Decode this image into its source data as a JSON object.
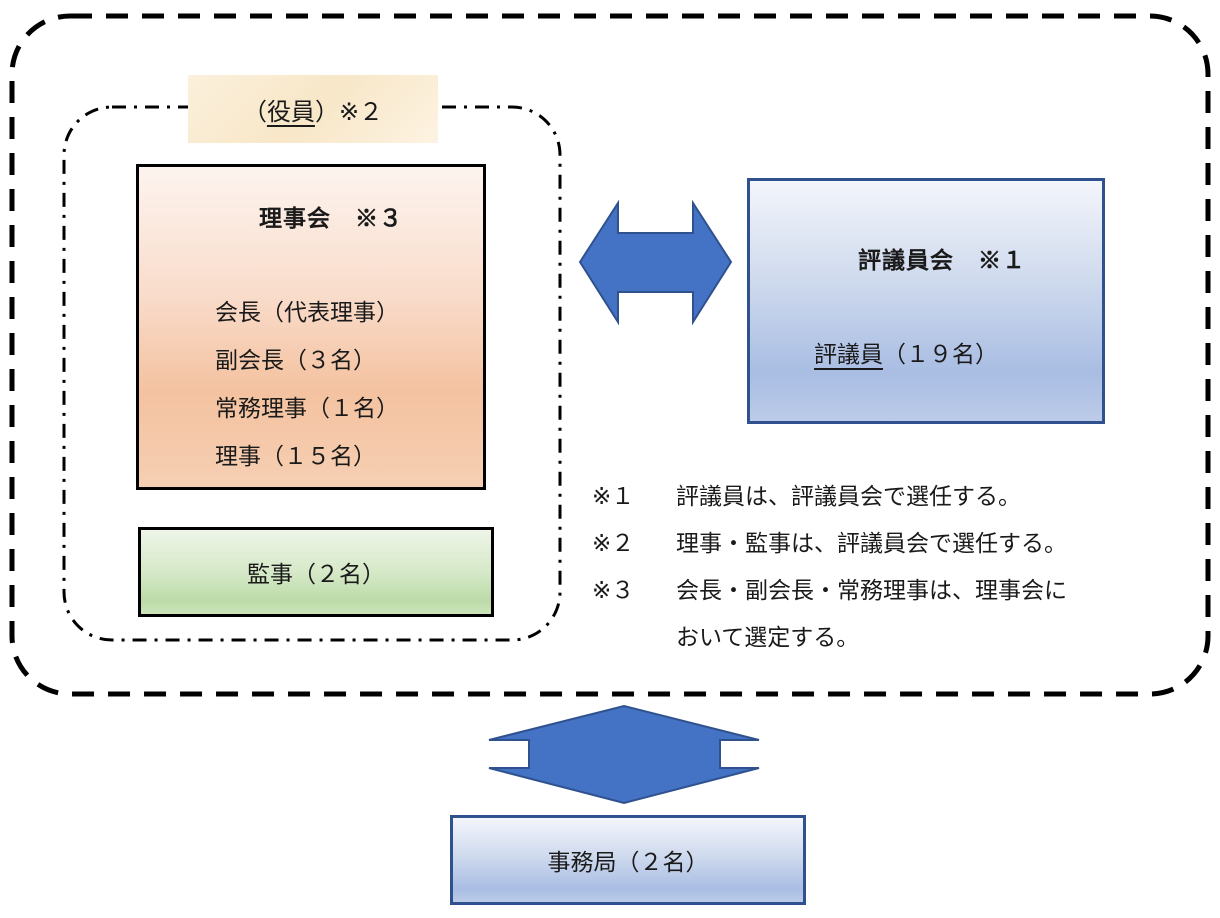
{
  "officers_group": {
    "label_open": "（",
    "label_underlined": "役員",
    "label_close": "）",
    "label_ref": "※２"
  },
  "board": {
    "title": "理事会　※３",
    "members": [
      "会長（代表理事）",
      "副会長（３名）",
      "常務理事（１名）",
      "理事（１５名）"
    ]
  },
  "auditors": {
    "label": "監事（２名）"
  },
  "council": {
    "title": "評議員会　※１",
    "member_underlined": "評議員",
    "member_count": "（１９名）"
  },
  "secretariat": {
    "label": "事務局（２名）"
  },
  "notes": [
    {
      "mark": "※１",
      "lines": [
        "評議員は、評議員会で選任する。"
      ]
    },
    {
      "mark": "※２",
      "lines": [
        "理事・監事は、評議員会で選任する。"
      ]
    },
    {
      "mark": "※３",
      "lines": [
        "会長・副会長・常務理事は、理事会に",
        "おいて選定する。"
      ]
    }
  ],
  "colors": {
    "arrow_fill": "#4472c4",
    "arrow_stroke": "#2f528f",
    "board_fill": "#f4c2a0",
    "auditor_fill": "#bcdba8",
    "council_fill": "#a9bde3",
    "tag_fill": "#f8e7c8"
  }
}
